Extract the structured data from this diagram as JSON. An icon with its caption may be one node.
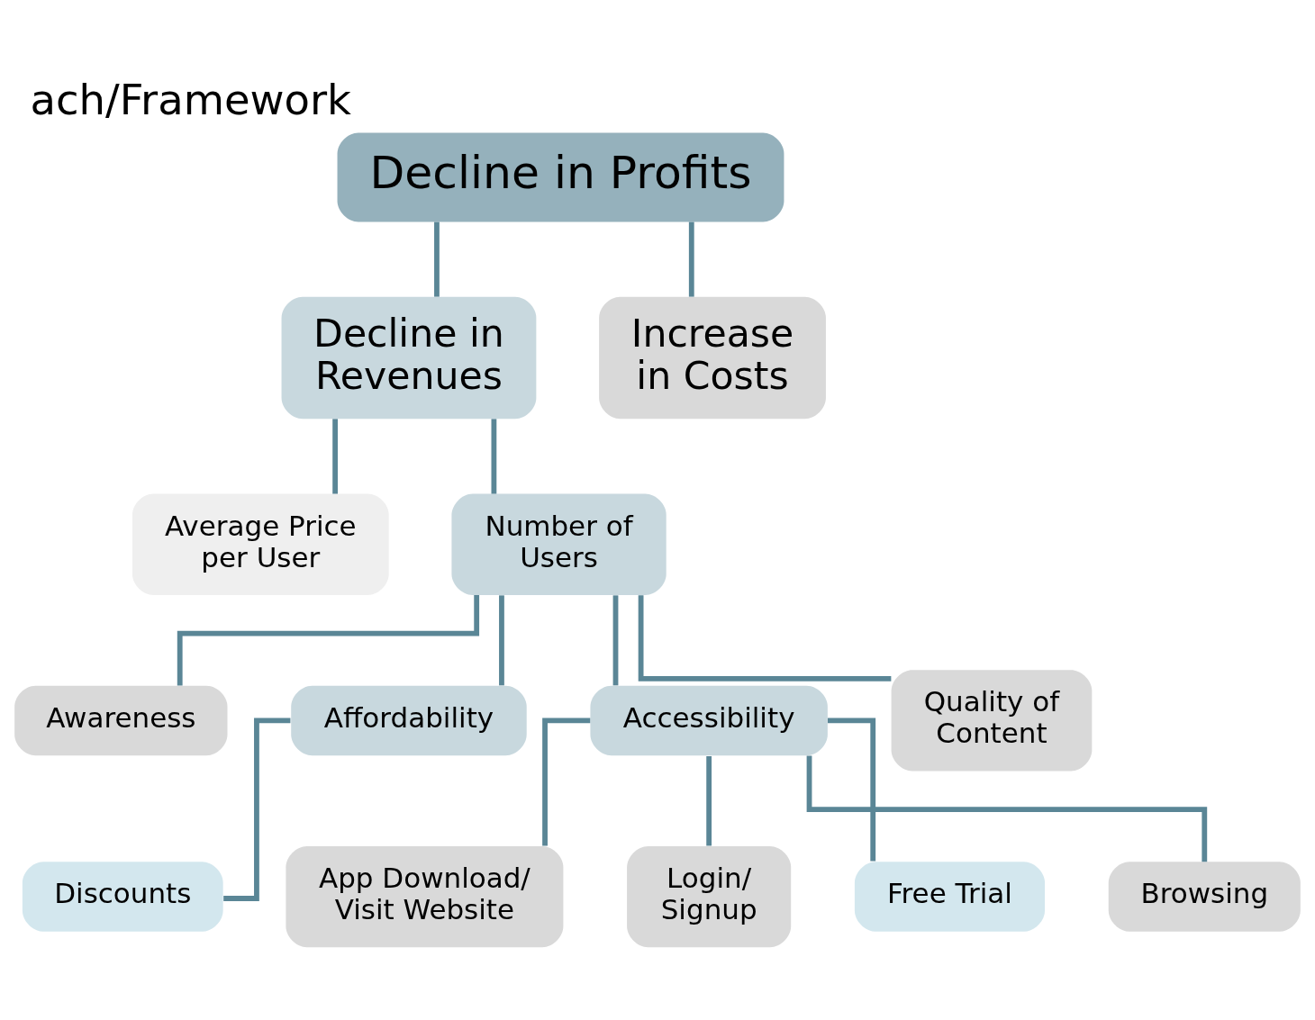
{
  "diagram": {
    "title": "ach/Framework",
    "nodes": [
      {
        "text": [
          "Decline in Profits"
        ]
      },
      {
        "text": [
          "Decline in Revenues"
        ]
      },
      {
        "text": [
          "Increase in Costs"
        ]
      },
      {
        "text": [
          "Average Price per User"
        ]
      },
      {
        "text": [
          "Number of Users"
        ]
      },
      {
        "text": [
          "Awareness"
        ]
      },
      {
        "text": [
          "Affordability"
        ]
      },
      {
        "text": [
          "Accessibility"
        ]
      },
      {
        "text": [
          "Quality of Content"
        ]
      },
      {
        "text": [
          "Discounts"
        ]
      },
      {
        "text": [
          "App Download/ Visit Website"
        ]
      },
      {
        "text": [
          "Login/ Signup"
        ]
      },
      {
        "text": [
          "Free Trial"
        ]
      },
      {
        "text": [
          "Browsing"
        ]
      }
    ],
    "edges": [
      {
        "from": 0,
        "to": 1,
        "arrow": "none"
      },
      {
        "from": 0,
        "to": 2,
        "arrow": "none"
      },
      {
        "from": 1,
        "to": 3,
        "arrow": "none"
      },
      {
        "from": 1,
        "to": 4,
        "arrow": "none"
      },
      {
        "from": 4,
        "to": 5,
        "arrow": "none"
      },
      {
        "from": 4,
        "to": 6,
        "arrow": "none"
      },
      {
        "from": 4,
        "to": 7,
        "arrow": "none"
      },
      {
        "from": 4,
        "to": 8,
        "arrow": "none"
      },
      {
        "from": 6,
        "to": 9,
        "arrow": "none"
      },
      {
        "from": 7,
        "to": 10,
        "arrow": "none"
      },
      {
        "from": 7,
        "to": 11,
        "arrow": "none"
      },
      {
        "from": 7,
        "to": 12,
        "arrow": "none"
      },
      {
        "from": 7,
        "to": 13,
        "arrow": "none"
      }
    ]
  }
}
